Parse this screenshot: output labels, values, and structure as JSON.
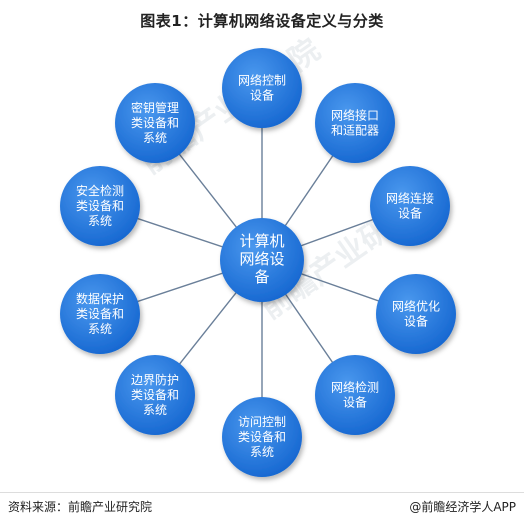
{
  "title": "图表1：计算机网络设备定义与分类",
  "center": {
    "lines": [
      "计算机",
      "网络设",
      "备"
    ]
  },
  "nodes": [
    {
      "id": "network-control",
      "lines": [
        "网络控制",
        "设备"
      ]
    },
    {
      "id": "interface-adapter",
      "lines": [
        "网络接口",
        "和适配器"
      ]
    },
    {
      "id": "network-connection",
      "lines": [
        "网络连接",
        "设备"
      ]
    },
    {
      "id": "network-optimization",
      "lines": [
        "网络优化",
        "设备"
      ]
    },
    {
      "id": "network-detection",
      "lines": [
        "网络检测",
        "设备"
      ]
    },
    {
      "id": "access-control",
      "lines": [
        "访问控制",
        "类设备和",
        "系统"
      ]
    },
    {
      "id": "boundary-protection",
      "lines": [
        "边界防护",
        "类设备和",
        "系统"
      ]
    },
    {
      "id": "data-protection",
      "lines": [
        "数据保护",
        "类设备和",
        "系统"
      ]
    },
    {
      "id": "security-detection",
      "lines": [
        "安全检测",
        "类设备和",
        "系统"
      ]
    },
    {
      "id": "key-management",
      "lines": [
        "密钥管理",
        "类设备和",
        "系统"
      ]
    }
  ],
  "watermark": "前瞻产业研究院",
  "footer": {
    "source": "资料来源：前瞻产业研究院",
    "brand": "@前瞻经济学人APP"
  },
  "colors": {
    "node_fill": "#1a6fd8",
    "node_fill_light": "#3d8ce8",
    "line": "#6a7f99"
  }
}
